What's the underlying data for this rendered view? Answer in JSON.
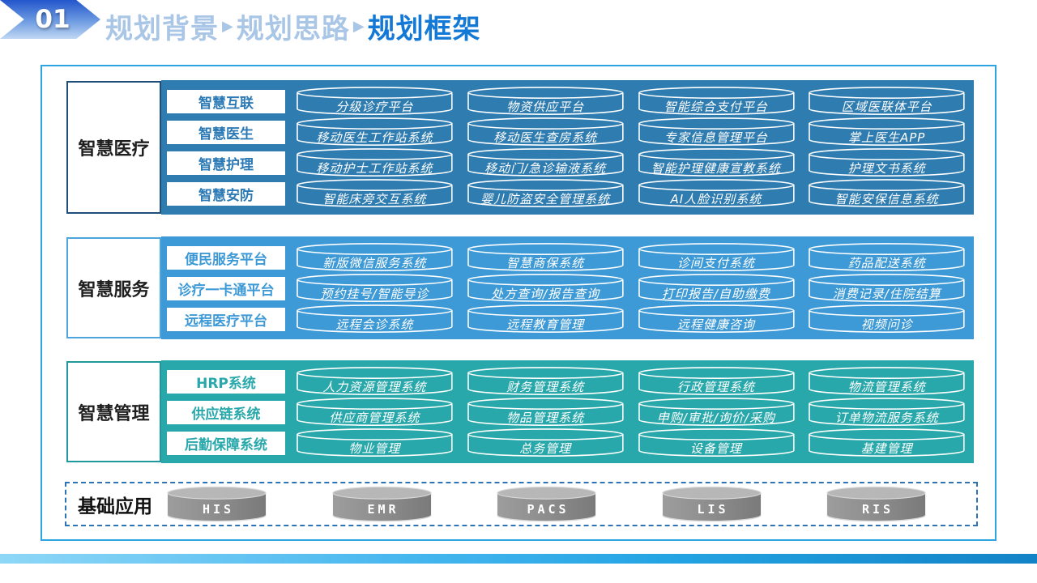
{
  "header": {
    "badge": "01",
    "separator": "▶",
    "title_parts": [
      {
        "text": "规划背景",
        "active": false
      },
      {
        "text": "规划思路",
        "active": false
      },
      {
        "text": "规划框架",
        "active": true
      }
    ]
  },
  "colors": {
    "title_inactive": "#a9c6e6",
    "title_active": "#1478d6",
    "frame_border": "#2ba4df",
    "section1_panel": "#2f7cb1",
    "section2_panel": "#3e9ad6",
    "section3_panel": "#29a8ab",
    "base_dashed_border": "#2e74b5",
    "bottom_bar_left": "#8ed7f7",
    "bottom_bar_right": "#1283c6",
    "gray_cylinder": "#8b8b8b"
  },
  "sections": [
    {
      "title": "智慧医疗",
      "panel_color": "#2f7cb1",
      "label_text_color": "#2b7ab5",
      "box_border_color": "#1e4e79",
      "rows": [
        {
          "label": "智慧互联",
          "items": [
            "分级诊疗平台",
            "物资供应平台",
            "智能综合支付平台",
            "区域医联体平台"
          ]
        },
        {
          "label": "智慧医生",
          "items": [
            "移动医生工作站系统",
            "移动医生查房系统",
            "专家信息管理平台",
            "掌上医生APP"
          ]
        },
        {
          "label": "智慧护理",
          "items": [
            "移动护士工作站系统",
            "移动门/急诊输液系统",
            "智能护理健康宣教系统",
            "护理文书系统"
          ]
        },
        {
          "label": "智慧安防",
          "items": [
            "智能床旁交互系统",
            "婴儿防盗安全管理系统",
            "AI人脸识别系统",
            "智能安保信息系统"
          ]
        }
      ]
    },
    {
      "title": "智慧服务",
      "panel_color": "#3e9ad6",
      "label_text_color": "#3e9ad6",
      "box_border_color": "#4da5dd",
      "rows": [
        {
          "label": "便民服务平台",
          "items": [
            "新版微信服务系统",
            "智慧商保系统",
            "诊间支付系统",
            "药品配送系统"
          ]
        },
        {
          "label": "诊疗一卡通平台",
          "items": [
            "预约挂号/智能导诊",
            "处方查询/报告查询",
            "打印报告/自助缴费",
            "消费记录/住院结算"
          ]
        },
        {
          "label": "远程医疗平台",
          "items": [
            "远程会诊系统",
            "远程教育管理",
            "远程健康咨询",
            "视频问诊"
          ]
        }
      ]
    },
    {
      "title": "智慧管理",
      "panel_color": "#29a8ab",
      "label_text_color": "#29a8ab",
      "box_border_color": "#21999c",
      "rows": [
        {
          "label": "HRP系统",
          "items": [
            "人力资源管理系统",
            "财务管理系统",
            "行政管理系统",
            "物流管理系统"
          ]
        },
        {
          "label": "供应链系统",
          "items": [
            "供应商管理系统",
            "物品管理系统",
            "申购/审批/询价/采购",
            "订单物流服务系统"
          ]
        },
        {
          "label": "后勤保障系统",
          "items": [
            "物业管理",
            "总务管理",
            "设备管理",
            "基建管理"
          ]
        }
      ]
    }
  ],
  "base_section": {
    "title": "基础应用",
    "cylinders": [
      "HIS",
      "EMR",
      "PACS",
      "LIS",
      "RIS"
    ]
  }
}
